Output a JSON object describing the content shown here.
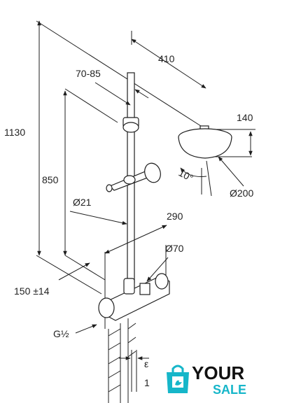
{
  "dimensions": {
    "total_height": "1130",
    "holder_height": "850",
    "arm_reach": "410",
    "slide_range": "70-85",
    "head_offset": "140",
    "pipe_diameter": "Ø21",
    "head_diameter": "Ø200",
    "tilt_angle": "10°",
    "mixer_width": "290",
    "body_diameter": "Ø70",
    "center_distance": "150 ±14",
    "thread": "G½",
    "offset_symbol": "ε",
    "offset_value": "1"
  },
  "brand": {
    "line1": "YOUR",
    "line2": "SALE",
    "primary_color": "#111111",
    "accent_color": "#16b6c9"
  }
}
